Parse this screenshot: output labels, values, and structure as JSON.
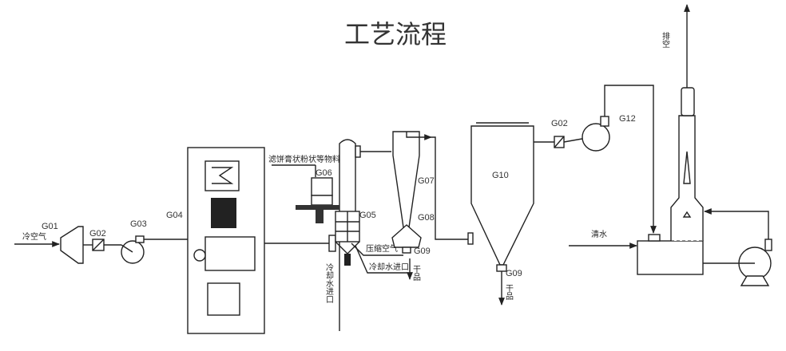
{
  "title": "工艺流程",
  "labels": {
    "g01": "G01",
    "g02a": "G02",
    "g03": "G03",
    "g04": "G04",
    "g05": "G05",
    "g06": "G06",
    "g07": "G07",
    "g08": "G08",
    "g09a": "G09",
    "g10": "G10",
    "g09b": "G09",
    "g02b": "G02",
    "g12": "G12"
  },
  "text": {
    "cold_air": "冷空气",
    "feed": "滤饼膏状粉状等物料",
    "compressed_air": "压缩空气",
    "cooling_water_in": "冷却水进口",
    "cooling_water_in_vertical": "冷却水进口",
    "dry_product_1": "干品",
    "dry_product_2": "干品",
    "exhaust": "排空",
    "clean_water": "清水"
  }
}
